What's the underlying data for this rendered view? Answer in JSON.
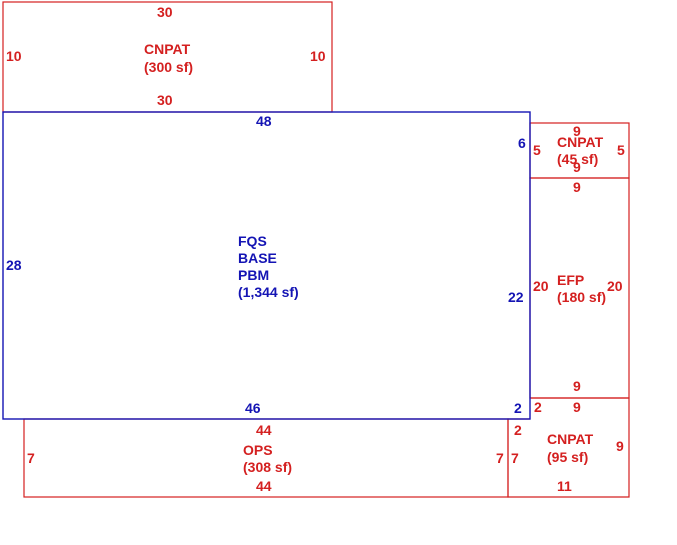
{
  "colors": {
    "other_area": "#d42020",
    "base_area": "#1414b4"
  },
  "areas": {
    "cnpat_top": {
      "name": "CNPAT",
      "area": "(300 sf)",
      "dim_top": "30",
      "dim_bottom": "30",
      "dim_left": "10",
      "dim_right": "10"
    },
    "fqs_base": {
      "line1": "FQS",
      "line2": "BASE",
      "line3": "PBM",
      "area": "(1,344 sf)",
      "dim_top": "48",
      "dim_bottom": "46",
      "dim_left": "28",
      "dim_right_main": "22",
      "dim_right_upper": "6",
      "dim_right_lower": "2"
    },
    "cnpat_right": {
      "name": "CNPAT",
      "area": "(45 sf)",
      "dim_top": "9",
      "dim_bottom": "9",
      "dim_left": "5",
      "dim_right": "5"
    },
    "efp": {
      "name": "EFP",
      "area": "(180 sf)",
      "dim_top": "9",
      "dim_bottom": "9",
      "dim_left": "20",
      "dim_right": "20"
    },
    "cnpat_bottom": {
      "name": "CNPAT",
      "area": "(95 sf)",
      "dim_top": "9",
      "dim_bottom": "11",
      "dim_right": "9",
      "dim_left_upper": "2",
      "dim_left_upper_outer": "2",
      "dim_left_lower": "7"
    },
    "ops": {
      "name": "OPS",
      "area": "(308 sf)",
      "dim_top": "44",
      "dim_bottom": "44",
      "dim_left": "7",
      "dim_right": "7"
    }
  }
}
